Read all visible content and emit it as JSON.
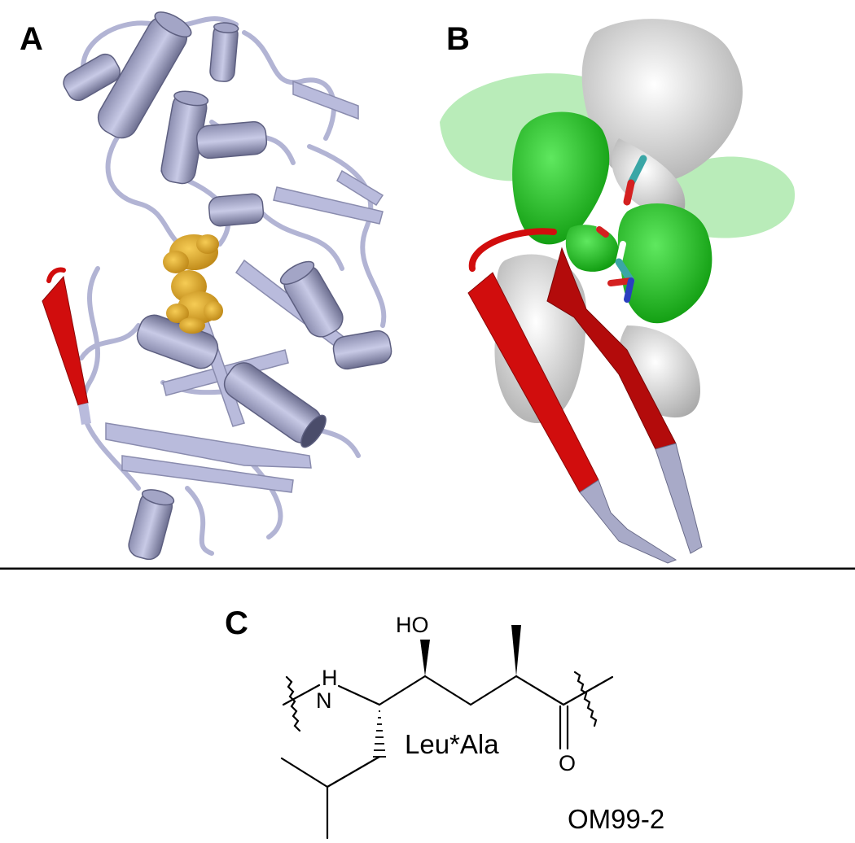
{
  "panels": {
    "a": "A",
    "b": "B",
    "c": "C"
  },
  "structure": {
    "hydroxyl": "HO",
    "amine_h": "H",
    "amine_n": "N",
    "carbonyl_o": "O",
    "center_label": "Leu*Ala",
    "compound_id": "OM99-2"
  },
  "colors": {
    "protein": "#b4b6d8",
    "protein_dark": "#7b7d9e",
    "highlight_strand": "#d10d0d",
    "ligand": "#e3a520",
    "surface_green": "#1fc81f",
    "surface_green_light": "#9fe89f",
    "surface_white": "#e6e6e6",
    "stick_cyan": "#3aa6a6"
  },
  "icons": {
    "panel_a": "protein-ribbon-cartoon",
    "panel_b": "binding-site-surface",
    "panel_c": "chemical-structure"
  }
}
